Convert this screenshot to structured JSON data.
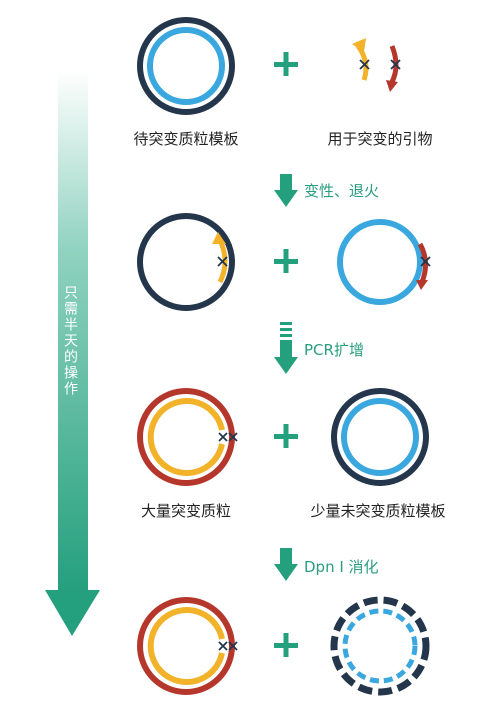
{
  "colors": {
    "dark_navy": "#24364b",
    "sky_blue": "#3aa8df",
    "red": "#b5372b",
    "yellow": "#f2b22a",
    "teal": "#25a07e",
    "light_teal": "#e6f5f0"
  },
  "side_label": "只需半天的操作",
  "labels": {
    "template_plasmid": "待突变质粒模板",
    "primers": "用于突变的引物",
    "mutant_plasmid": "大量突变质粒",
    "residual_template": "少量未突变质粒模板"
  },
  "steps": {
    "denature": "变性、退火",
    "pcr": "PCR扩增",
    "dpn": "Dpn Ⅰ 消化"
  },
  "plus_sign": "+"
}
